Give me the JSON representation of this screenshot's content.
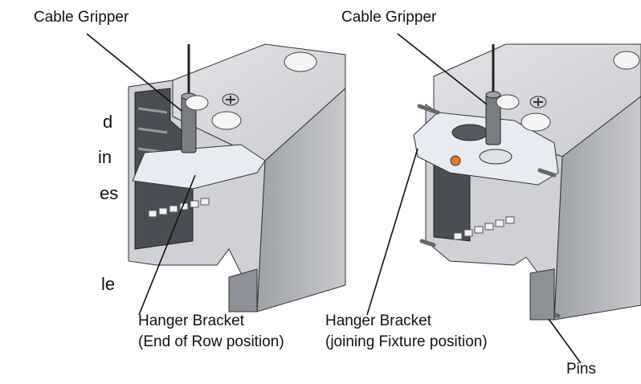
{
  "callouts": {
    "left_top": "Cable Gripper",
    "right_top": "Cable Gripper",
    "left_bottom_line1": "Hanger Bracket",
    "left_bottom_line2": "(End of Row position)",
    "right_bottom_line1": "Hanger Bracket",
    "right_bottom_line2": "(joining Fixture position)",
    "pins": "Pins"
  },
  "cropped_text": [
    "d",
    "in",
    "es",
    "le"
  ],
  "colors": {
    "line": "#111111",
    "panel_light": "#d6d8dc",
    "panel_mid": "#b5b8bd",
    "panel_dark": "#7d8086",
    "inner_dark": "#3a3d42",
    "bracket": "#e9ebf3",
    "accent_orange": "#e07a2e"
  }
}
